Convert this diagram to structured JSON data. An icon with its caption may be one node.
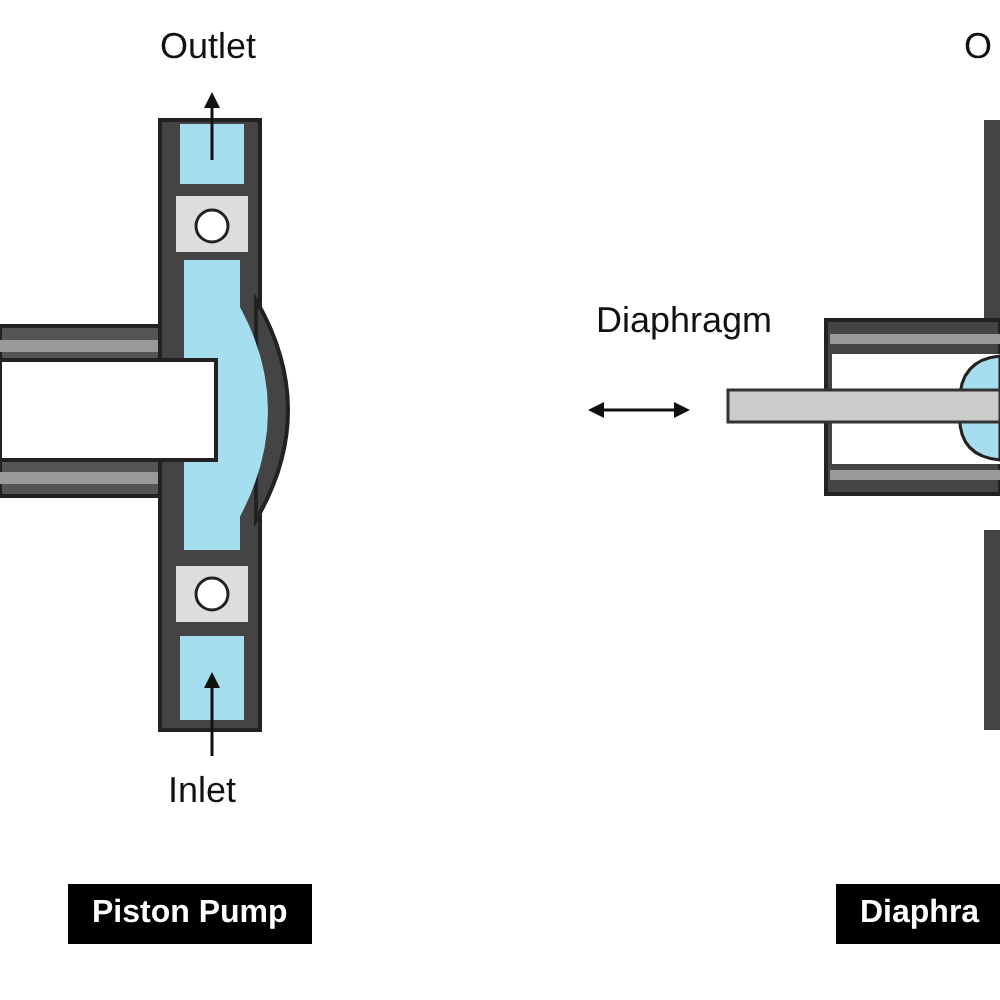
{
  "diagram": {
    "labels": [
      "Outlet",
      "O",
      "Diaphragm",
      "Inlet",
      "Piston Pump",
      "Diaphra"
    ]
  }
}
